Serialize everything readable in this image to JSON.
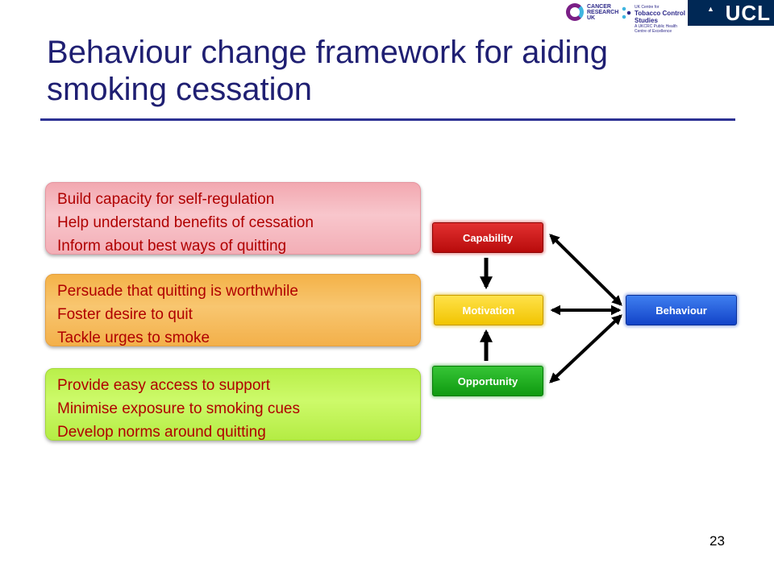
{
  "header": {
    "logos": {
      "cruk_lines": [
        "CANCER",
        "RESEARCH",
        "UK"
      ],
      "ukctcs_small": "UK Centre for",
      "ukctcs_name": "Tobacco Control Studies",
      "ukctcs_sub": "A UKCRC Public Health Centre of Excellence",
      "ucl": "UCL"
    }
  },
  "slide": {
    "title": "Behaviour change framework for aiding smoking cessation",
    "page_number": "23"
  },
  "boxes": {
    "capability": [
      "Build capacity for self-regulation",
      "Help understand benefits of cessation",
      "Inform about best ways of quitting"
    ],
    "motivation": [
      "Persuade that quitting is worthwhile",
      "Foster desire to quit",
      "Tackle urges to smoke"
    ],
    "opportunity": [
      "Provide easy access to support",
      "Minimise exposure to smoking cues",
      "Develop norms around quitting"
    ]
  },
  "diagram": {
    "capability": "Capability",
    "motivation": "Motivation",
    "opportunity": "Opportunity",
    "behaviour": "Behaviour",
    "colors": {
      "capability": "#c81414",
      "motivation": "#f5cc00",
      "opportunity": "#19a619",
      "behaviour": "#1a52d6",
      "box_text": "#b00000",
      "title": "#1f1f72"
    }
  }
}
